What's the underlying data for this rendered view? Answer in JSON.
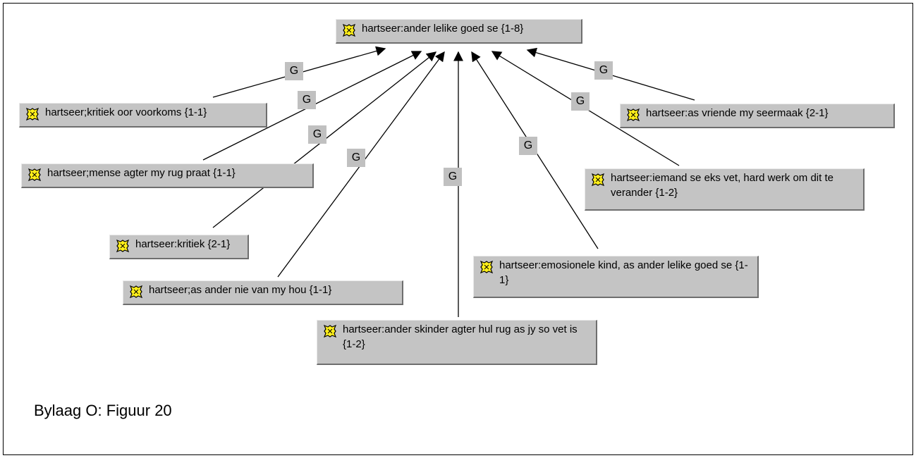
{
  "diagram": {
    "nodes": [
      {
        "id": "root",
        "label": "hartseer:ander lelike goed se {1-8}",
        "icon": "network-node-icon"
      },
      {
        "id": "n1",
        "label": "hartseer;kritiek oor voorkoms {1-1}",
        "icon": "network-node-icon"
      },
      {
        "id": "n2",
        "label": "hartseer;mense agter my rug praat {1-1}",
        "icon": "network-node-icon"
      },
      {
        "id": "n3",
        "label": "hartseer:kritiek {2-1}",
        "icon": "network-node-icon"
      },
      {
        "id": "n4",
        "label": "hartseer;as ander nie van my hou {1-1}",
        "icon": "network-node-icon"
      },
      {
        "id": "n5",
        "label": "hartseer:ander skinder agter hul rug as jy so vet is {1-2}",
        "icon": "network-node-icon"
      },
      {
        "id": "n6",
        "label": "hartseer:emosionele kind, as ander lelike goed se {1-1}",
        "icon": "network-node-icon"
      },
      {
        "id": "n7",
        "label": "hartseer:iemand se eks vet, hard werk om dit te verander {1-2}",
        "icon": "network-node-icon"
      },
      {
        "id": "n8",
        "label": "hartseer:as vriende my seermaak {2-1}",
        "icon": "network-node-icon"
      }
    ],
    "edges": [
      {
        "from": "n1",
        "to": "root",
        "label": "G"
      },
      {
        "from": "n2",
        "to": "root",
        "label": "G"
      },
      {
        "from": "n3",
        "to": "root",
        "label": "G"
      },
      {
        "from": "n4",
        "to": "root",
        "label": "G"
      },
      {
        "from": "n5",
        "to": "root",
        "label": "G"
      },
      {
        "from": "n6",
        "to": "root",
        "label": "G"
      },
      {
        "from": "n7",
        "to": "root",
        "label": "G"
      },
      {
        "from": "n8",
        "to": "root",
        "label": "G"
      }
    ]
  },
  "caption": "Bylaag O: Figuur 20",
  "colors": {
    "node_fill": "#c4c4c4",
    "label_fill": "#c0c0c0",
    "icon_fill": "#ffef1a",
    "line": "#000000"
  }
}
